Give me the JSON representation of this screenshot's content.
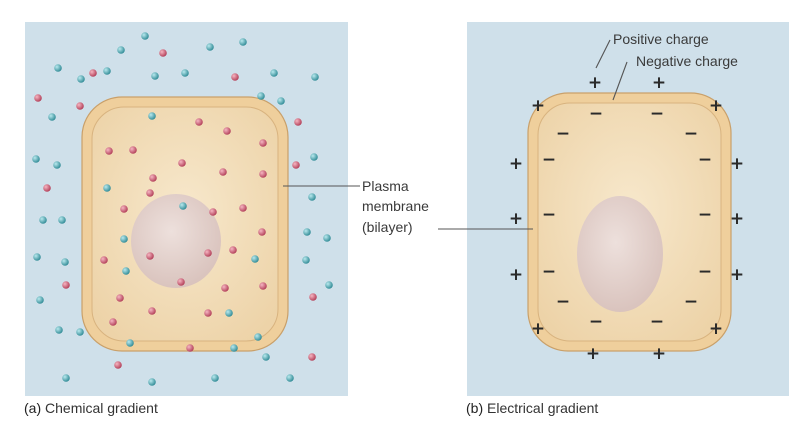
{
  "panels": {
    "chemical": {
      "letter": "(a)",
      "caption": "Chemical gradient"
    },
    "electrical": {
      "letter": "(b)",
      "caption": "Electrical gradient"
    }
  },
  "labels": {
    "plasma_membrane_line1": "Plasma",
    "plasma_membrane_line2": "membrane",
    "plasma_membrane_line3": "(bilayer)",
    "positive_charge": "Positive charge",
    "negative_charge": "Negative charge"
  },
  "symbols": {
    "plus": "+",
    "minus": "−"
  },
  "colors": {
    "background_panel": "#cfe0ea",
    "cytoplasm": "#f4e2c2",
    "membrane": "#efcf9c",
    "nucleus": "#e3cfc9",
    "ion_red": "#c8536b",
    "ion_teal": "#3e9ca7"
  }
}
